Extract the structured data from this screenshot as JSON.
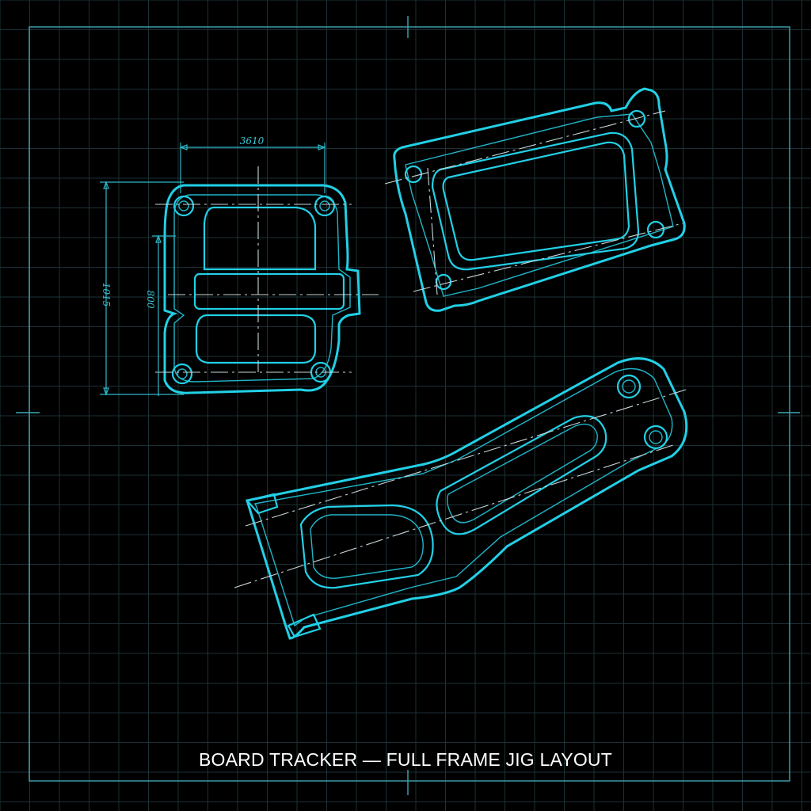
{
  "drawing": {
    "caption": "BOARD TRACKER — FULL FRAME JIG LAYOUT",
    "dimensions": {
      "top_width": "3610",
      "left_overall_height": "1015",
      "left_inner_height": "800"
    },
    "colors": {
      "background": "#000000",
      "grid": "#1c3036",
      "frame": "#3fa7b4",
      "part_line": "#22d0e6",
      "centerline": "#c9d6d8",
      "caption": "#ffffff"
    }
  }
}
